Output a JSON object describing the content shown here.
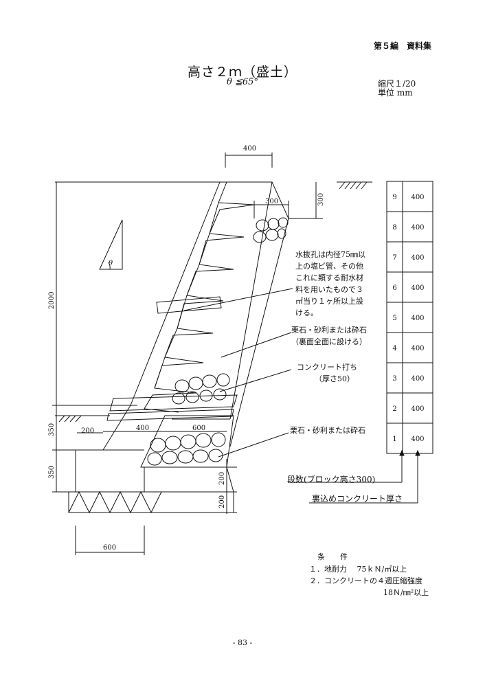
{
  "header": {
    "section": "第５編　資料集"
  },
  "title": {
    "main": "高さ２ｍ（盛土）",
    "angle": "θ ≦65°"
  },
  "scale": {
    "ratio": "縮尺１/20",
    "unit": "単位 mm"
  },
  "dimensions": {
    "top_width": "400",
    "gravel_top": "300",
    "top_height": "300",
    "wall_height": "2000",
    "base_height": "350",
    "footing_height": "350",
    "toe_width": "200",
    "heel_width": "400",
    "base_width": "600",
    "bottom_200_a": "200",
    "bottom_200_b": "200",
    "foundation_width": "600"
  },
  "theta_label": "θ",
  "notes": {
    "drain_pipe": [
      "水抜孔は内径75㎜以",
      "上の塩ビ管、その他",
      "これに類する耐水材",
      "料を用いたもので３",
      "㎡当り１ヶ所以上設",
      "ける。"
    ],
    "backfill_label": [
      "栗石・砂利または砕石",
      "（裏面全面に設ける）"
    ],
    "concrete_label": [
      "コンクリート打ち",
      "（厚さ50）"
    ],
    "base_gravel_label": "栗石・砂利または砕石"
  },
  "block_table": {
    "rows": [
      {
        "step": "9",
        "thickness": "400"
      },
      {
        "step": "8",
        "thickness": "400"
      },
      {
        "step": "7",
        "thickness": "400"
      },
      {
        "step": "6",
        "thickness": "400"
      },
      {
        "step": "5",
        "thickness": "400"
      },
      {
        "step": "4",
        "thickness": "400"
      },
      {
        "step": "3",
        "thickness": "400"
      },
      {
        "step": "2",
        "thickness": "400"
      },
      {
        "step": "1",
        "thickness": "400"
      }
    ],
    "label_steps": "段数(ブロック高さ300)",
    "label_thickness": "裏込めコンクリート厚さ"
  },
  "conditions": {
    "title": "条　　件",
    "items": [
      "１．地耐力　 75ｋＮ/㎡以上",
      "２．コンクリートの４週圧縮強度"
    ],
    "item2_value": "18Ｎ/㎜²以上"
  },
  "page_number": "- 83 -"
}
